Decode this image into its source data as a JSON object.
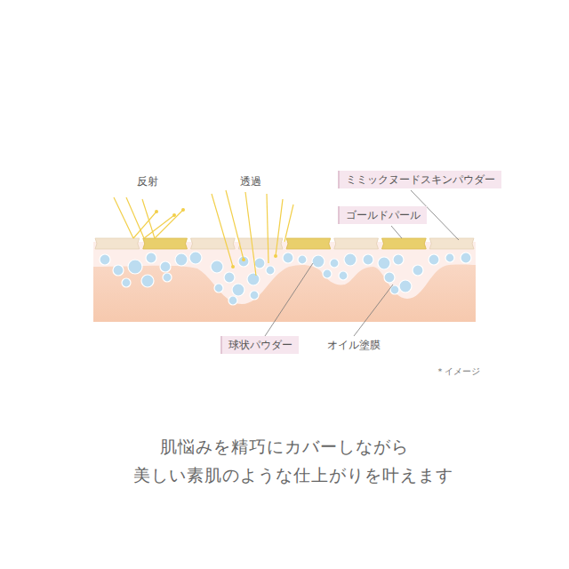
{
  "diagram": {
    "caption": "肌悩みを精巧にカバーしながら 美しい素肌のような仕上がりを叶えます",
    "nodes": [
      {
        "text": [
          "ミミックヌードスキンパウダー"
        ]
      },
      {
        "text": [
          "ゴールドパール"
        ]
      },
      {
        "text": [
          "球状パウダー"
        ]
      }
    ],
    "labels": [
      "反射",
      "透過",
      "オイル塗膜",
      "＊イメージ"
    ]
  }
}
